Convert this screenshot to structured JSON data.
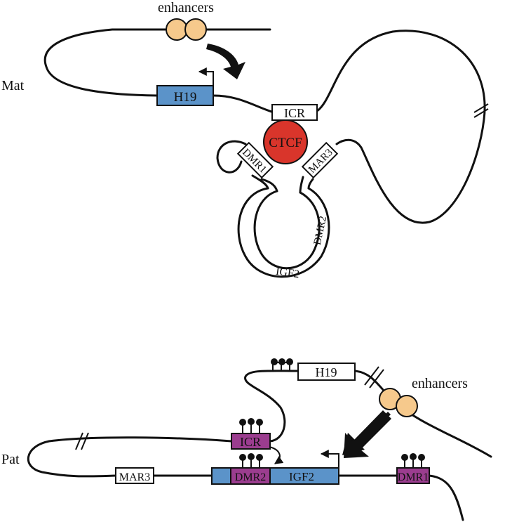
{
  "colors": {
    "gene_blue": "#5b93c9",
    "methylated_purple": "#9b3d8f",
    "ctcf_red": "#d9352b",
    "enhancer_peach": "#f6c98c",
    "arrow_black": "#111111"
  },
  "maternal": {
    "allele_label": "Mat",
    "enhancers_label": "enhancers",
    "h19_label": "H19",
    "icr_label": "ICR",
    "ctcf_label": "CTCF",
    "dmr1_label": "DMR1",
    "mar3_label": "MAR3",
    "dmr2_label": "DMR2",
    "igf2_label": "IGF2"
  },
  "paternal": {
    "allele_label": "Pat",
    "enhancers_label": "enhancers",
    "h19_label": "H19",
    "icr_label": "ICR",
    "mar3_label": "MAR3",
    "dmr2_label": "DMR2",
    "igf2_label": "IGF2",
    "dmr1_label": "DMR1"
  }
}
